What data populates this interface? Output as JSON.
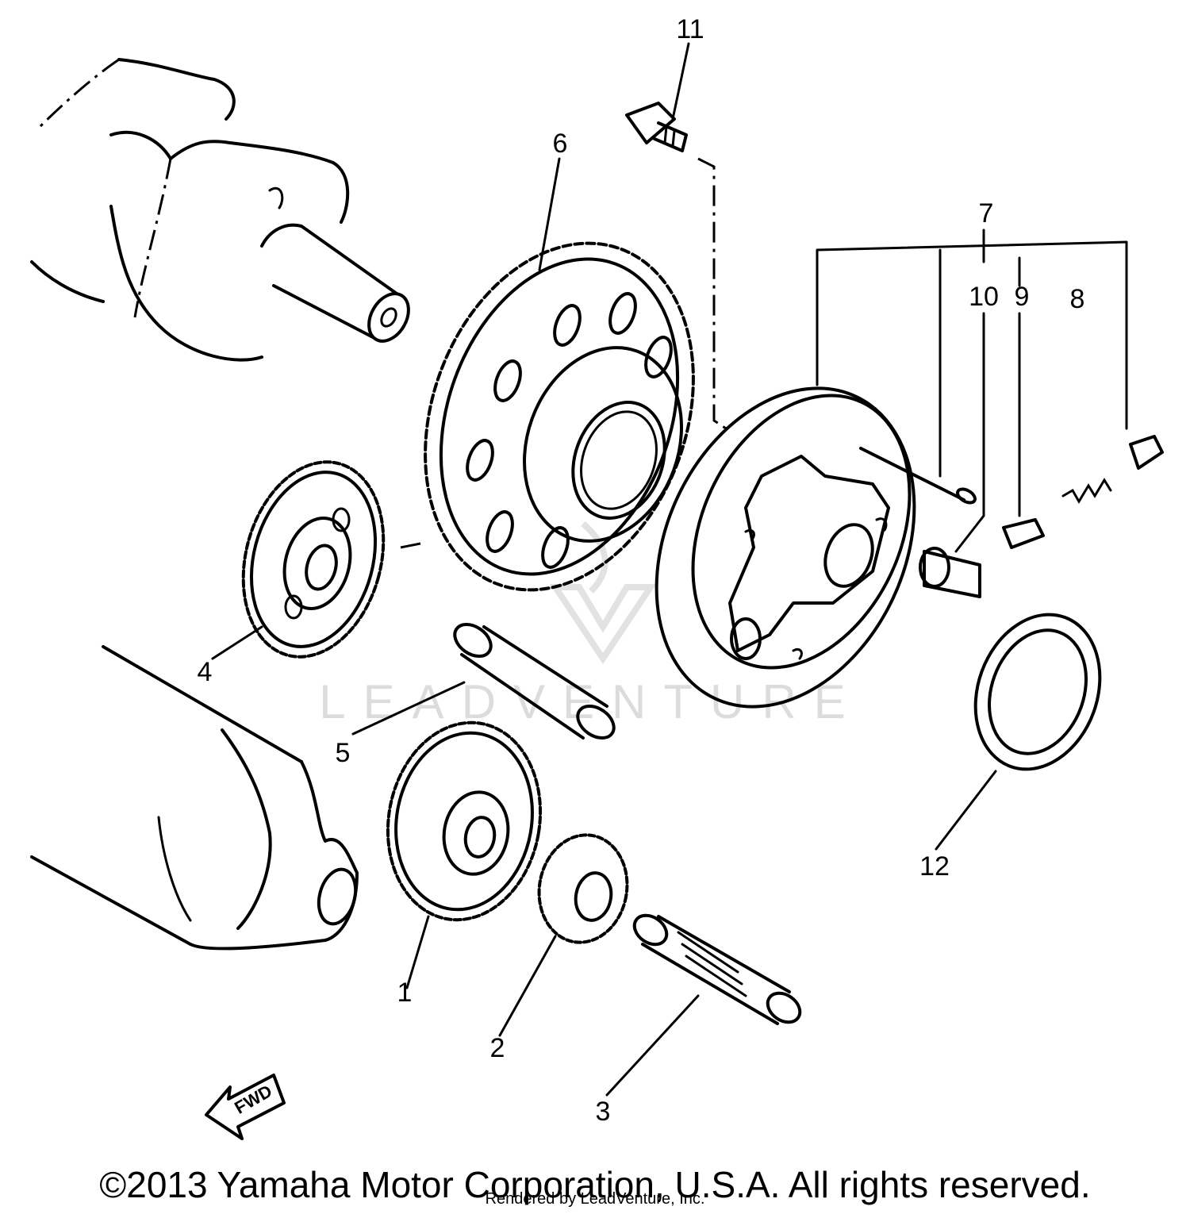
{
  "watermark": {
    "text": "LEADVENTURE"
  },
  "direction_arrow": {
    "label": "FWD"
  },
  "callouts": [
    {
      "id": "c1",
      "label": "1"
    },
    {
      "id": "c2",
      "label": "2"
    },
    {
      "id": "c3",
      "label": "3"
    },
    {
      "id": "c4",
      "label": "4"
    },
    {
      "id": "c5",
      "label": "5"
    },
    {
      "id": "c6",
      "label": "6"
    },
    {
      "id": "c7",
      "label": "7"
    },
    {
      "id": "c8",
      "label": "8"
    },
    {
      "id": "c9",
      "label": "9"
    },
    {
      "id": "c10",
      "label": "10"
    },
    {
      "id": "c11",
      "label": "11"
    },
    {
      "id": "c12",
      "label": "12"
    }
  ],
  "footer": {
    "copyright": "©2013 Yamaha Motor Corporation, U.S.A. All rights reserved.",
    "rendered_by": "Rendered by LeadVenture, Inc."
  }
}
